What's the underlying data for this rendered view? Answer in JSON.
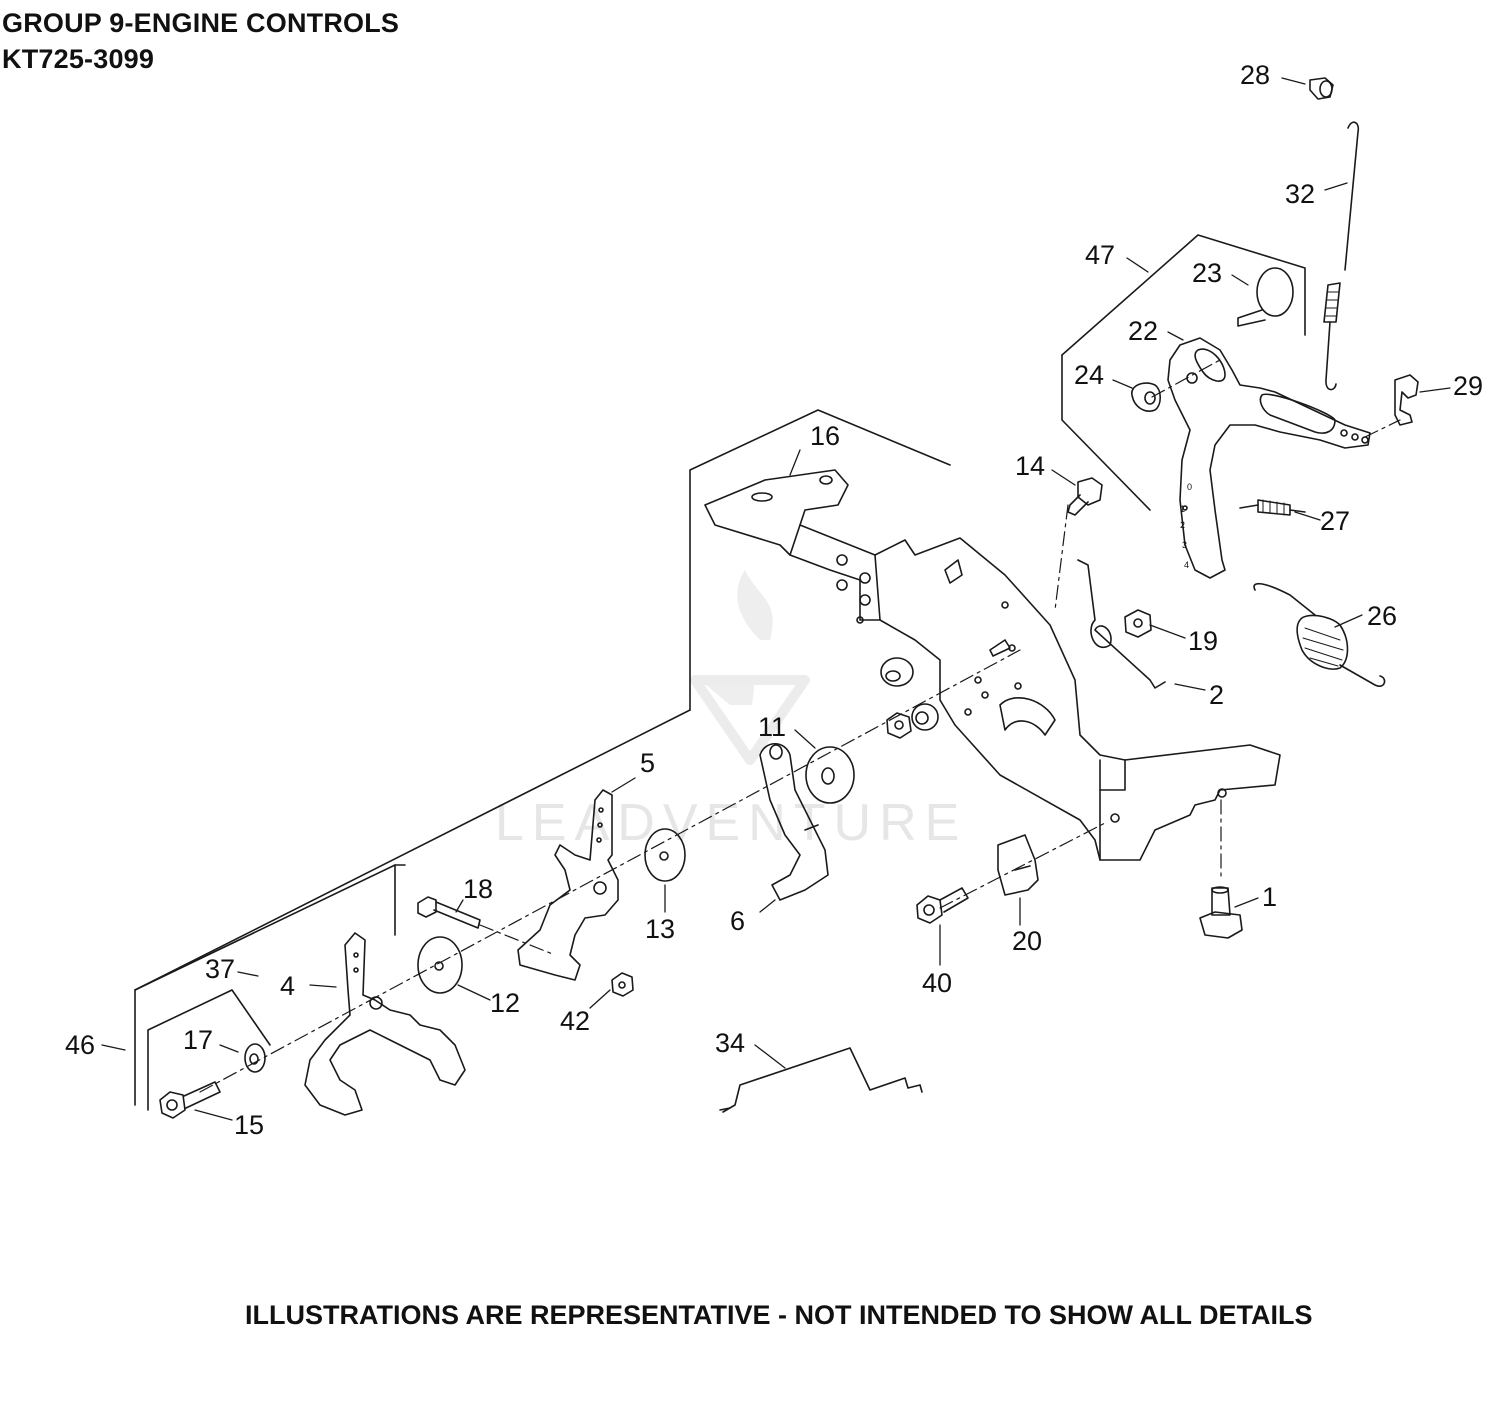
{
  "header": {
    "group_title": "GROUP 9-ENGINE CONTROLS",
    "model": "KT725-3099"
  },
  "footer": {
    "disclaimer": "ILLUSTRATIONS ARE REPRESENTATIVE - NOT INTENDED TO SHOW ALL DETAILS"
  },
  "watermark": {
    "text": "LEADVENTURE"
  },
  "callouts": {
    "c1": "1",
    "c2": "2",
    "c4": "4",
    "c5": "5",
    "c6": "6",
    "c11": "11",
    "c12": "12",
    "c13": "13",
    "c14": "14",
    "c15": "15",
    "c16": "16",
    "c17": "17",
    "c18": "18",
    "c19": "19",
    "c20": "20",
    "c22": "22",
    "c23": "23",
    "c24": "24",
    "c26": "26",
    "c27": "27",
    "c28": "28",
    "c29": "29",
    "c32": "32",
    "c34": "34",
    "c37": "37",
    "c40": "40",
    "c42": "42",
    "c46": "46",
    "c47": "47"
  },
  "lever_scale": [
    "0",
    "1",
    "2",
    "3",
    "4"
  ],
  "colors": {
    "line": "#1a1a1a",
    "watermark": "#e6e6e6"
  }
}
